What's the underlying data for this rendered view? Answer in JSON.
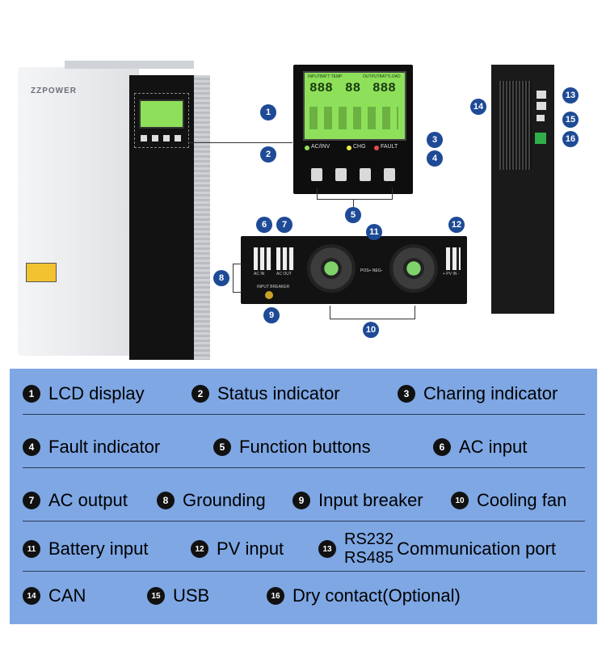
{
  "inverter": {
    "brand": "ZZPOWER"
  },
  "lcd_panel": {
    "indicator_ac_inv": "AC/INV",
    "indicator_chg": "CHG",
    "indicator_fault": "FAULT",
    "lcd_input_label": "INPUTBATT TEMP",
    "lcd_output_label": "OUTPUTBATTLOAD",
    "lcd_digits_left": "888",
    "lcd_digits_mid": "88",
    "lcd_digits_right": "888"
  },
  "bottom_panel": {
    "ac_in_label": "AC IN",
    "ac_out_label": "AC OUT",
    "input_breaker_label": "INPUT BREAKER",
    "battery_label": "POS+  NEG-",
    "pv_label": "+ PV IN -"
  },
  "callouts": [
    "1",
    "2",
    "3",
    "4",
    "5",
    "6",
    "7",
    "8",
    "9",
    "10",
    "11",
    "12",
    "13",
    "14",
    "15",
    "16"
  ],
  "legend": {
    "rows": [
      [
        {
          "num": "1",
          "label": "LCD display"
        },
        {
          "num": "2",
          "label": "Status indicator"
        },
        {
          "num": "3",
          "label": "Charing indicator"
        }
      ],
      [
        {
          "num": "4",
          "label": "Fault indicator"
        },
        {
          "num": "5",
          "label": "Function buttons"
        },
        {
          "num": "6",
          "label": "AC input"
        }
      ],
      [
        {
          "num": "7",
          "label": "AC output"
        },
        {
          "num": "8",
          "label": "Grounding"
        },
        {
          "num": "9",
          "label": "Input breaker"
        },
        {
          "num": "10",
          "label": "Cooling fan"
        }
      ],
      [
        {
          "num": "11",
          "label": "Battery input"
        },
        {
          "num": "12",
          "label": "PV input"
        },
        {
          "num": "13",
          "label_top": "RS232",
          "label_bottom": "RS485",
          "label": "Communication port"
        }
      ],
      [
        {
          "num": "14",
          "label": "CAN"
        },
        {
          "num": "15",
          "label": "USB"
        },
        {
          "num": "16",
          "label": "Dry contact(Optional)"
        }
      ]
    ]
  },
  "colors": {
    "panel_bg": "#7ea7e4",
    "callout": "#1e4a96",
    "lcd": "#8ee05a",
    "inverter_body": "#e9eaec",
    "inverter_front": "#111111"
  }
}
